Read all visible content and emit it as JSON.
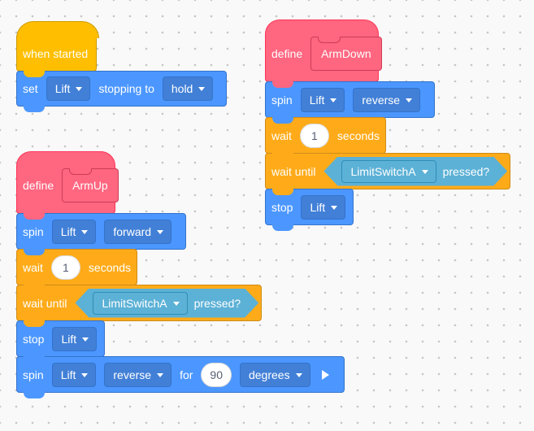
{
  "script1": {
    "hat_label": "when started",
    "set_block": {
      "label": "set",
      "motor": "Lift",
      "middle": "stopping to",
      "mode": "hold"
    }
  },
  "script2": {
    "define_label": "define",
    "proc_name": "ArmDown",
    "spin": {
      "label": "spin",
      "motor": "Lift",
      "dir": "reverse"
    },
    "wait": {
      "label": "wait",
      "value": "1",
      "unit": "seconds"
    },
    "wait_until": {
      "label": "wait until",
      "sensor": "LimitSwitchA",
      "cond": "pressed?"
    },
    "stop": {
      "label": "stop",
      "motor": "Lift"
    }
  },
  "script3": {
    "define_label": "define",
    "proc_name": "ArmUp",
    "spin": {
      "label": "spin",
      "motor": "Lift",
      "dir": "forward"
    },
    "wait": {
      "label": "wait",
      "value": "1",
      "unit": "seconds"
    },
    "wait_until": {
      "label": "wait until",
      "sensor": "LimitSwitchA",
      "cond": "pressed?"
    },
    "stop": {
      "label": "stop",
      "motor": "Lift"
    },
    "spin_for": {
      "label": "spin",
      "motor": "Lift",
      "dir": "reverse",
      "for_label": "for",
      "value": "90",
      "unit": "degrees"
    }
  },
  "icons": {
    "dropdown": "caret-down-icon",
    "run": "play-icon"
  },
  "colors": {
    "events": "#ffbf00",
    "motion": "#4c97ff",
    "control": "#ffab19",
    "my_blocks": "#ff6680",
    "sensing": "#5cb1d6"
  }
}
